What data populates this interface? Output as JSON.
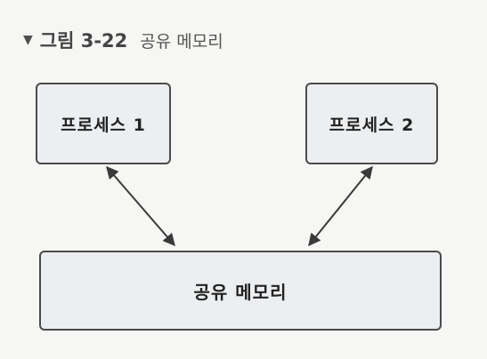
{
  "caption": {
    "marker": "▼",
    "figure_number": "그림 3-22",
    "title": "공유 메모리"
  },
  "nodes": [
    {
      "id": "process-1",
      "label": "프로세스 1"
    },
    {
      "id": "process-2",
      "label": "프로세스 2"
    },
    {
      "id": "shared-memory",
      "label": "공유 메모리"
    }
  ],
  "edges": [
    {
      "from": "process-1",
      "to": "shared-memory",
      "bidirectional": true
    },
    {
      "from": "process-2",
      "to": "shared-memory",
      "bidirectional": true
    }
  ],
  "colors": {
    "background": "#f6f6f4",
    "box_fill": "#eceef0",
    "stroke": "#3a3a3a"
  }
}
